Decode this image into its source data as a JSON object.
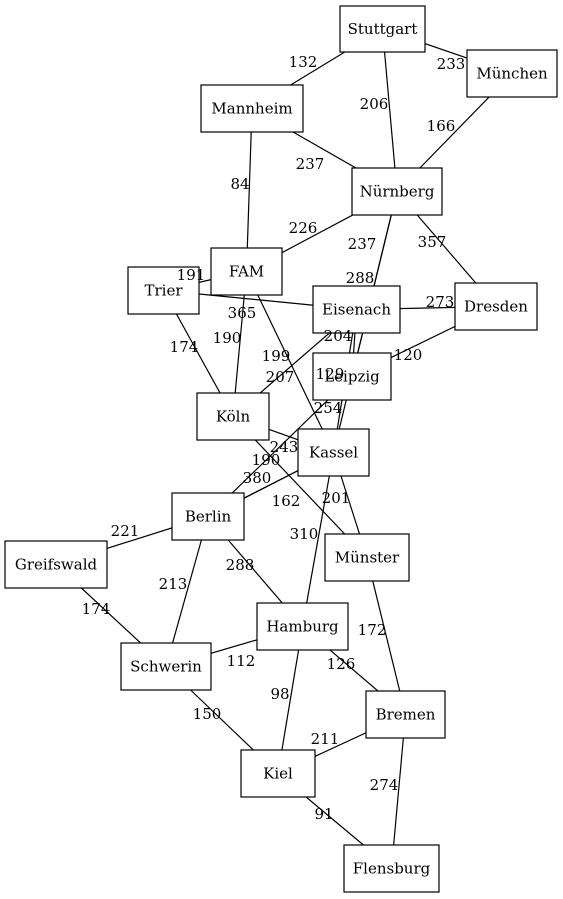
{
  "nodes": [
    {
      "id": "stuttgart",
      "label": "Stuttgart"
    },
    {
      "id": "muenchen",
      "label": "München"
    },
    {
      "id": "mannheim",
      "label": "Mannheim"
    },
    {
      "id": "nuernberg",
      "label": "Nürnberg"
    },
    {
      "id": "fam",
      "label": "FAM"
    },
    {
      "id": "trier",
      "label": "Trier"
    },
    {
      "id": "eisenach",
      "label": "Eisenach"
    },
    {
      "id": "dresden",
      "label": "Dresden"
    },
    {
      "id": "leipzig",
      "label": "Leipzig"
    },
    {
      "id": "koeln",
      "label": "Köln"
    },
    {
      "id": "kassel",
      "label": "Kassel"
    },
    {
      "id": "berlin",
      "label": "Berlin"
    },
    {
      "id": "greifswald",
      "label": "Greifswald"
    },
    {
      "id": "muenster",
      "label": "Münster"
    },
    {
      "id": "hamburg",
      "label": "Hamburg"
    },
    {
      "id": "schwerin",
      "label": "Schwerin"
    },
    {
      "id": "bremen",
      "label": "Bremen"
    },
    {
      "id": "kiel",
      "label": "Kiel"
    },
    {
      "id": "flensburg",
      "label": "Flensburg"
    }
  ],
  "edges": [
    {
      "from": "stuttgart",
      "to": "mannheim",
      "weight": "132"
    },
    {
      "from": "stuttgart",
      "to": "muenchen",
      "weight": "233"
    },
    {
      "from": "stuttgart",
      "to": "nuernberg",
      "weight": "206"
    },
    {
      "from": "muenchen",
      "to": "nuernberg",
      "weight": "166"
    },
    {
      "from": "mannheim",
      "to": "nuernberg",
      "weight": "237"
    },
    {
      "from": "mannheim",
      "to": "fam",
      "weight": "84"
    },
    {
      "from": "nuernberg",
      "to": "fam",
      "weight": "226"
    },
    {
      "from": "nuernberg",
      "to": "kassel",
      "weight": "237"
    },
    {
      "from": "nuernberg",
      "to": "dresden",
      "weight": "357"
    },
    {
      "from": "nuernberg",
      "to": "leipzig",
      "weight": "288"
    },
    {
      "from": "fam",
      "to": "trier",
      "weight": "191"
    },
    {
      "from": "fam",
      "to": "koeln",
      "weight": "190"
    },
    {
      "from": "fam",
      "to": "kassel",
      "weight": "199"
    },
    {
      "from": "trier",
      "to": "eisenach",
      "weight": "365"
    },
    {
      "from": "trier",
      "to": "koeln",
      "weight": "174"
    },
    {
      "from": "eisenach",
      "to": "dresden",
      "weight": "273"
    },
    {
      "from": "eisenach",
      "to": "koeln",
      "weight": "207"
    },
    {
      "from": "eisenach",
      "to": "kassel",
      "weight": "204"
    },
    {
      "from": "dresden",
      "to": "leipzig",
      "weight": "120"
    },
    {
      "from": "leipzig",
      "to": "berlin",
      "weight": "254"
    },
    {
      "from": "eisenach",
      "to": "leipzig",
      "weight": "129"
    },
    {
      "from": "koeln",
      "to": "kassel",
      "weight": "243"
    },
    {
      "from": "koeln",
      "to": "muenster",
      "weight": "190"
    },
    {
      "from": "kassel",
      "to": "berlin",
      "weight": "380"
    },
    {
      "from": "kassel",
      "to": "hamburg",
      "weight": "310"
    },
    {
      "from": "kassel",
      "to": "muenster",
      "weight": "201"
    },
    {
      "from": "berlin",
      "to": "greifswald",
      "weight": "221"
    },
    {
      "from": "berlin",
      "to": "schwerin",
      "weight": "213"
    },
    {
      "from": "berlin",
      "to": "hamburg",
      "weight": "288"
    },
    {
      "from": "berlin",
      "to": "kassel2",
      "weight": "162"
    },
    {
      "from": "greifswald",
      "to": "schwerin",
      "weight": "174"
    },
    {
      "from": "muenster",
      "to": "bremen",
      "weight": "172"
    },
    {
      "from": "hamburg",
      "to": "schwerin",
      "weight": "112"
    },
    {
      "from": "hamburg",
      "to": "bremen",
      "weight": "126"
    },
    {
      "from": "hamburg",
      "to": "kiel",
      "weight": "98"
    },
    {
      "from": "schwerin",
      "to": "kiel",
      "weight": "150"
    },
    {
      "from": "kiel",
      "to": "bremen",
      "weight": "211"
    },
    {
      "from": "kiel",
      "to": "flensburg",
      "weight": "91"
    },
    {
      "from": "bremen",
      "to": "flensburg",
      "weight": "274"
    }
  ]
}
